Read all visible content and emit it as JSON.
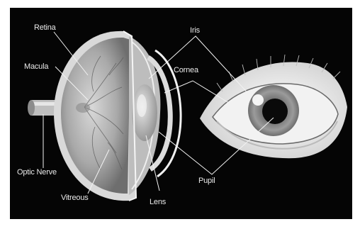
{
  "labels": {
    "retina": "Retina",
    "macula": "Macula",
    "optic_nerve": "Optic Nerve",
    "vitreous": "Vitreous",
    "iris": "Iris",
    "cornea": "Cornea",
    "lens": "Lens",
    "pupil": "Pupil"
  },
  "colors": {
    "background": "#050505",
    "frame": "#ffffff",
    "text": "#eaeaea",
    "leader_line": "#f2f2f2"
  }
}
